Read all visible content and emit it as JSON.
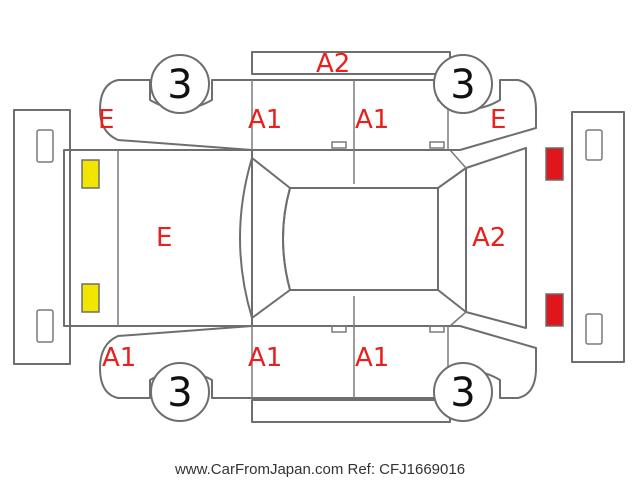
{
  "colors": {
    "outline": "#6e6e6e",
    "damage_code": "#e8211f",
    "front_lights": "#f2e600",
    "rear_lights": "#e0161c",
    "caption": "#333333"
  },
  "wheels": [
    "3",
    "3",
    "3",
    "3"
  ],
  "damage_codes": {
    "top_door_strip": "A2",
    "front_left_fender": "E",
    "front_left_door": "A1",
    "rear_left_door": "A1",
    "rear_left_fender": "E",
    "hood": "E",
    "trunk": "A2",
    "front_right_fender": "A1",
    "front_right_door": "A1",
    "rear_right_door": "A1"
  },
  "caption": "www.CarFromJapan.com Ref: CFJ1669016"
}
